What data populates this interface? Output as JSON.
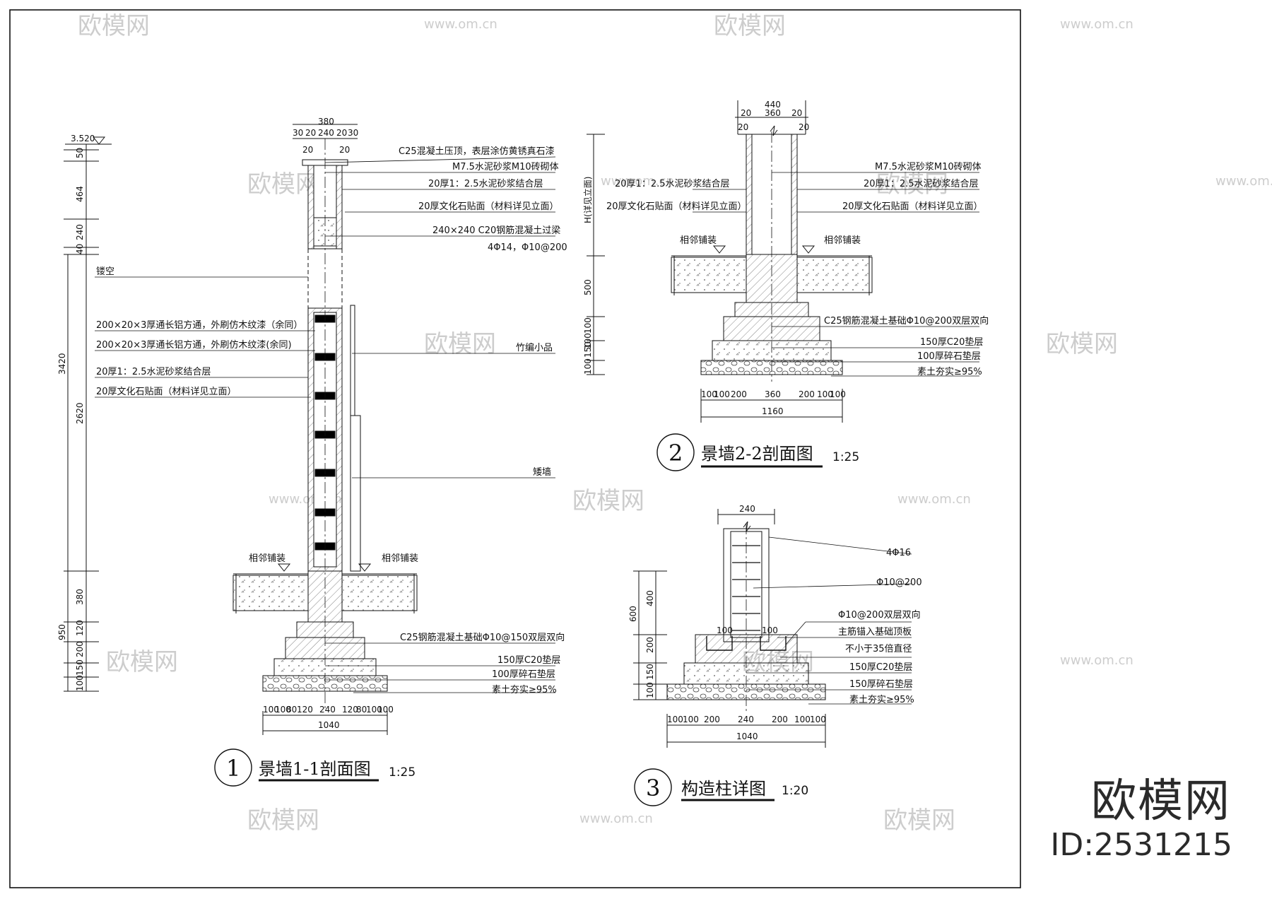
{
  "watermark": {
    "brand": "欧模网",
    "url": "www.om.cn"
  },
  "brand": {
    "name": "欧模网",
    "id": "ID:2531215"
  },
  "view1": {
    "number": "1",
    "title": "景墙1-1剖面图",
    "scale": "1:25",
    "elev": "3.520",
    "top_dims": {
      "total": "380",
      "a": "30",
      "b": "20",
      "c": "240",
      "d": "20",
      "e": "30",
      "f": "20",
      "g": "20"
    },
    "left_dims": [
      "50",
      "464",
      "240",
      "40",
      "3420",
      "2620",
      "380",
      "950",
      "120",
      "200",
      "150",
      "100"
    ],
    "bottom_dims": [
      "100",
      "100",
      "80",
      "120",
      "240",
      "120",
      "80",
      "100",
      "100"
    ],
    "bottom_total": "1040",
    "labels": {
      "cap": "C25混凝土压顶，表层涂仿黄锈真石漆",
      "masonry": "M7.5水泥砂浆M10砖砌体",
      "mortar": "20厚1：2.5水泥砂浆结合层",
      "stone": "20厚文化石贴面（材料详见立面）",
      "lintel": "240×240 C20钢筋混凝土过梁",
      "lintel_rebar": "4Φ14，Φ10@200",
      "hollow": "镂空",
      "alu1": "200×20×3厚通长铝方通，外刷仿木纹漆（余同）",
      "alu2": "200×20×3厚通长铝方通，外刷仿木纹漆(余同)",
      "mortar2": "20厚1：2.5水泥砂浆结合层",
      "stone2": "20厚文化石贴面（材料详见立面）",
      "bamboo": "竹编小品",
      "low_wall": "矮墙",
      "paving_l": "相邻铺装",
      "paving_r": "相邻铺装",
      "footing": "C25钢筋混凝土基础Φ10@150双层双向",
      "c20": "150厚C20垫层",
      "gravel": "100厚碎石垫层",
      "soil": "素土夯实≥95%"
    }
  },
  "view2": {
    "number": "2",
    "title": "景墙2-2剖面图",
    "scale": "1:25",
    "top_dims": {
      "total": "440",
      "a": "20",
      "b": "360",
      "c": "20",
      "d": "20",
      "e": "20"
    },
    "left_dims": [
      "H(详见立面)",
      "500",
      "100",
      "100",
      "150",
      "100"
    ],
    "bottom_dims": [
      "100",
      "100",
      "200",
      "360",
      "200",
      "100",
      "100"
    ],
    "bottom_total": "1160",
    "labels": {
      "masonry": "M7.5水泥砂浆M10砖砌体",
      "mortar_l": "20厚1：2.5水泥砂浆结合层",
      "mortar_r": "20厚1：2.5水泥砂浆结合层",
      "stone_l": "20厚文化石贴面（材料详见立面）",
      "stone_r": "20厚文化石贴面（材料详见立面）",
      "paving_l": "相邻铺装",
      "paving_r": "相邻铺装",
      "footing": "C25钢筋混凝土基础Φ10@200双层双向",
      "c20": "150厚C20垫层",
      "gravel": "100厚碎石垫层",
      "soil": "素土夯实≥95%"
    }
  },
  "view3": {
    "number": "3",
    "title": "构造柱详图",
    "scale": "1:20",
    "top_dim": "240",
    "left_dims": [
      "600",
      "400",
      "200",
      "150",
      "100"
    ],
    "inner_dims": [
      "100",
      "100"
    ],
    "bottom_dims": [
      "100",
      "100",
      "200",
      "240",
      "200",
      "100",
      "100"
    ],
    "bottom_total": "1040",
    "labels": {
      "rebar": "4Φ16",
      "stirrup": "Φ10@200",
      "mesh": "Φ10@200双层双向",
      "anchor1": "主筋锚入基础顶板",
      "anchor2": "不小于35倍直径",
      "c20": "150厚C20垫层",
      "gravel": "150厚碎石垫层",
      "soil": "素土夯实≥95%"
    }
  }
}
